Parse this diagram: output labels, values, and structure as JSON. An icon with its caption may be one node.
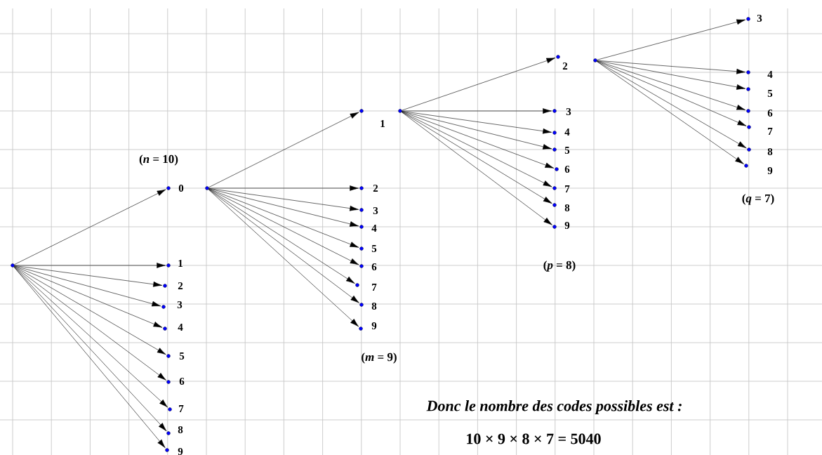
{
  "diagram": {
    "nodes": [
      {
        "text": [],
        "shape": "circle"
      },
      {
        "text": [],
        "shape": "circle",
        "beside": [
          "0"
        ]
      },
      {
        "text": [],
        "shape": "circle",
        "beside": [
          "1"
        ]
      },
      {
        "text": [],
        "shape": "circle",
        "beside": [
          "2"
        ]
      },
      {
        "text": [],
        "shape": "circle",
        "beside": [
          "3"
        ]
      },
      {
        "text": [],
        "shape": "circle",
        "beside": [
          "4"
        ]
      },
      {
        "text": [],
        "shape": "circle",
        "beside": [
          "5"
        ]
      },
      {
        "text": [],
        "shape": "circle",
        "beside": [
          "6"
        ]
      },
      {
        "text": [],
        "shape": "circle",
        "beside": [
          "7"
        ]
      },
      {
        "text": [],
        "shape": "circle",
        "beside": [
          "8"
        ]
      },
      {
        "text": [],
        "shape": "circle",
        "beside": [
          "9"
        ]
      },
      {
        "text": [],
        "shape": "circle"
      },
      {
        "text": [],
        "shape": "circle",
        "beside": [
          "1"
        ]
      },
      {
        "text": [],
        "shape": "circle",
        "beside": [
          "2"
        ]
      },
      {
        "text": [],
        "shape": "circle",
        "beside": [
          "3"
        ]
      },
      {
        "text": [],
        "shape": "circle",
        "beside": [
          "4"
        ]
      },
      {
        "text": [],
        "shape": "circle",
        "beside": [
          "5"
        ]
      },
      {
        "text": [],
        "shape": "circle",
        "beside": [
          "6"
        ]
      },
      {
        "text": [],
        "shape": "circle",
        "beside": [
          "7"
        ]
      },
      {
        "text": [],
        "shape": "circle",
        "beside": [
          "8"
        ]
      },
      {
        "text": [],
        "shape": "circle",
        "beside": [
          "9"
        ]
      },
      {
        "text": [],
        "shape": "circle"
      },
      {
        "text": [],
        "shape": "circle",
        "beside": [
          "2"
        ]
      },
      {
        "text": [],
        "shape": "circle",
        "beside": [
          "3"
        ]
      },
      {
        "text": [],
        "shape": "circle",
        "beside": [
          "4"
        ]
      },
      {
        "text": [],
        "shape": "circle",
        "beside": [
          "5"
        ]
      },
      {
        "text": [],
        "shape": "circle",
        "beside": [
          "6"
        ]
      },
      {
        "text": [],
        "shape": "circle",
        "beside": [
          "7"
        ]
      },
      {
        "text": [],
        "shape": "circle",
        "beside": [
          "8"
        ]
      },
      {
        "text": [],
        "shape": "circle",
        "beside": [
          "9"
        ]
      },
      {
        "text": [],
        "shape": "circle"
      },
      {
        "text": [],
        "shape": "circle",
        "beside": [
          "3"
        ]
      },
      {
        "text": [],
        "shape": "circle",
        "beside": [
          "4"
        ]
      },
      {
        "text": [],
        "shape": "circle",
        "beside": [
          "5"
        ]
      },
      {
        "text": [],
        "shape": "circle",
        "beside": [
          "6"
        ]
      },
      {
        "text": [],
        "shape": "circle",
        "beside": [
          "7"
        ]
      },
      {
        "text": [],
        "shape": "circle",
        "beside": [
          "8"
        ]
      },
      {
        "text": [],
        "shape": "circle",
        "beside": [
          "9"
        ]
      }
    ],
    "edges": [
      {
        "from": 0,
        "to": 1,
        "arrow": "to"
      },
      {
        "from": 0,
        "to": 2,
        "arrow": "to"
      },
      {
        "from": 0,
        "to": 3,
        "arrow": "to"
      },
      {
        "from": 0,
        "to": 4,
        "arrow": "to"
      },
      {
        "from": 0,
        "to": 5,
        "arrow": "to"
      },
      {
        "from": 0,
        "to": 6,
        "arrow": "to"
      },
      {
        "from": 0,
        "to": 7,
        "arrow": "to"
      },
      {
        "from": 0,
        "to": 8,
        "arrow": "to"
      },
      {
        "from": 0,
        "to": 9,
        "arrow": "to"
      },
      {
        "from": 0,
        "to": 10,
        "arrow": "to"
      },
      {
        "from": 11,
        "to": 12,
        "arrow": "to"
      },
      {
        "from": 11,
        "to": 13,
        "arrow": "to"
      },
      {
        "from": 11,
        "to": 14,
        "arrow": "to"
      },
      {
        "from": 11,
        "to": 15,
        "arrow": "to"
      },
      {
        "from": 11,
        "to": 16,
        "arrow": "to"
      },
      {
        "from": 11,
        "to": 17,
        "arrow": "to"
      },
      {
        "from": 11,
        "to": 18,
        "arrow": "to"
      },
      {
        "from": 11,
        "to": 19,
        "arrow": "to"
      },
      {
        "from": 11,
        "to": 20,
        "arrow": "to"
      },
      {
        "from": 21,
        "to": 22,
        "arrow": "to"
      },
      {
        "from": 21,
        "to": 23,
        "arrow": "to"
      },
      {
        "from": 21,
        "to": 24,
        "arrow": "to"
      },
      {
        "from": 21,
        "to": 25,
        "arrow": "to"
      },
      {
        "from": 21,
        "to": 26,
        "arrow": "to"
      },
      {
        "from": 21,
        "to": 27,
        "arrow": "to"
      },
      {
        "from": 21,
        "to": 28,
        "arrow": "to"
      },
      {
        "from": 21,
        "to": 29,
        "arrow": "to"
      },
      {
        "from": 30,
        "to": 31,
        "arrow": "to"
      },
      {
        "from": 30,
        "to": 32,
        "arrow": "to"
      },
      {
        "from": 30,
        "to": 33,
        "arrow": "to"
      },
      {
        "from": 30,
        "to": 34,
        "arrow": "to"
      },
      {
        "from": 30,
        "to": 35,
        "arrow": "to"
      },
      {
        "from": 30,
        "to": 36,
        "arrow": "to"
      },
      {
        "from": 30,
        "to": 37,
        "arrow": "to"
      }
    ],
    "labels": [
      "(*n* = 10)",
      "(*m* = 9)",
      "(*p* = 8)",
      "(*q* = 7)",
      "Donc le nombre des codes possibles est :",
      "10 × 9 × 8 × 7 = 5040"
    ]
  }
}
